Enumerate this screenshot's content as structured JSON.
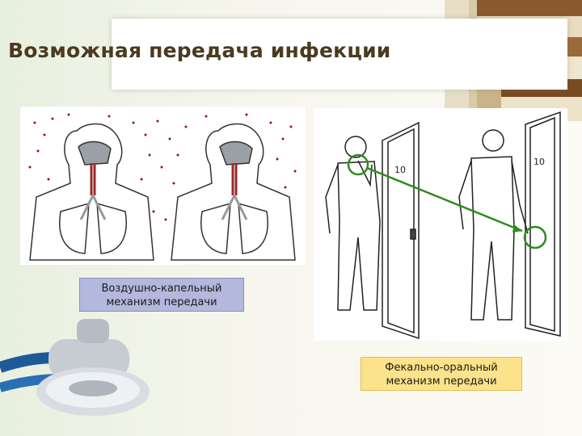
{
  "slide": {
    "title": "Возможная передача инфекции"
  },
  "airborne": {
    "caption_line1": "Воздушно-капельный",
    "caption_line2": "механизм передачи",
    "illustration": "airborne-transmission-lungs-illustration"
  },
  "fecal_oral": {
    "caption_line1": "Фекально-оральный",
    "caption_line2": "механизм передачи",
    "door_number_1": "10",
    "door_number_2": "10",
    "illustration": "fecal-oral-transmission-door-handle-illustration"
  },
  "colors": {
    "title": "#4a3a1f",
    "caption_left_bg": "#b4b8dc",
    "caption_right_bg": "#fce28a",
    "transmission_arrow": "#2e8b1e",
    "droplets": "#8b1a1a"
  }
}
